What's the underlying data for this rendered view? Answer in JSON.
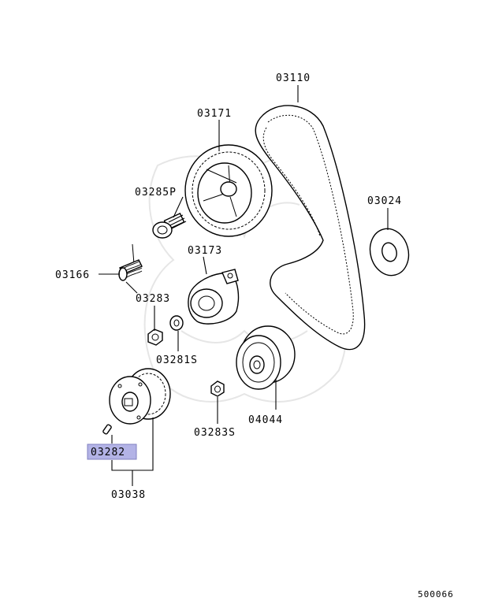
{
  "diagram": {
    "reference_code": "500066",
    "highlight_color": "#b3b3e6",
    "parts": {
      "timing_belt": "03110",
      "camshaft_sprocket": "03171",
      "sprocket_bolt": "03285P",
      "washer": "03024",
      "tensioner_spring": "03166",
      "tensioner": "03173",
      "nut_03283": "03283",
      "washer_03281s": "03281S",
      "idler_pulley": "04044",
      "nut_03283s": "03283S",
      "pin": "03282",
      "crankshaft_sprocket": "03038"
    }
  }
}
